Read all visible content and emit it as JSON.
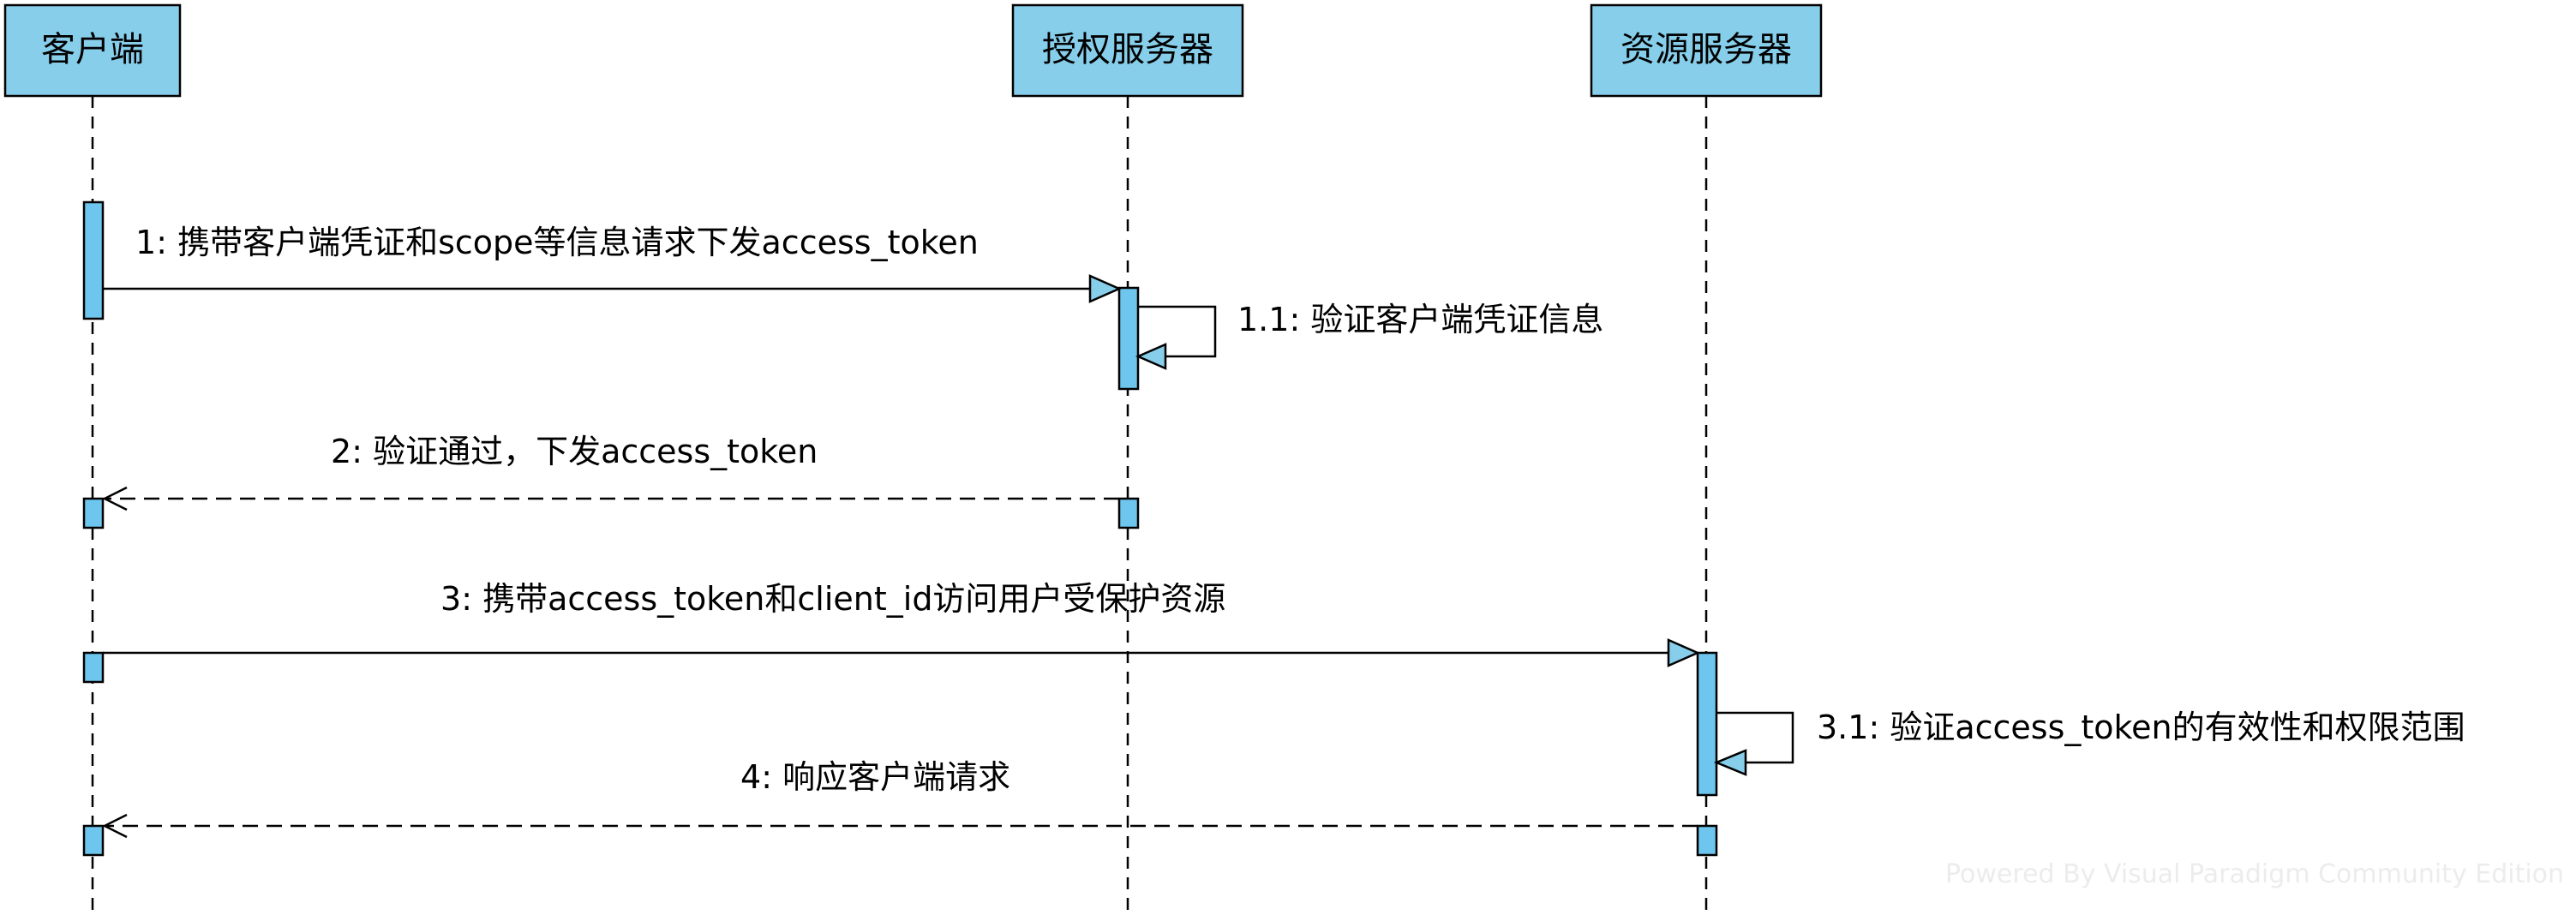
{
  "diagram": {
    "participants": [
      {
        "id": "client",
        "label": "客户端"
      },
      {
        "id": "auth",
        "label": "授权服务器"
      },
      {
        "id": "resource",
        "label": "资源服务器"
      }
    ],
    "messages": [
      {
        "id": "m1",
        "number": "1",
        "text": "携带客户端凭证和scope等信息请求下发access_token",
        "from": "client",
        "to": "auth",
        "kind": "call"
      },
      {
        "id": "m1_1",
        "number": "1.1",
        "text": "验证客户端凭证信息",
        "from": "auth",
        "to": "auth",
        "kind": "self"
      },
      {
        "id": "m2",
        "number": "2",
        "text": "验证通过，下发access_token",
        "from": "auth",
        "to": "client",
        "kind": "return"
      },
      {
        "id": "m3",
        "number": "3",
        "text": "携带access_token和client_id访问用户受保护资源",
        "from": "client",
        "to": "resource",
        "kind": "call"
      },
      {
        "id": "m3_1",
        "number": "3.1",
        "text": "验证access_token的有效性和权限范围",
        "from": "resource",
        "to": "resource",
        "kind": "self"
      },
      {
        "id": "m4",
        "number": "4",
        "text": "响应客户端请求",
        "from": "resource",
        "to": "client",
        "kind": "return"
      }
    ],
    "watermark": "Powered By Visual Paradigm Community Edition"
  },
  "colors": {
    "actor_fill": "#87CEEB",
    "activation_fill": "#6EC6EE",
    "line": "#000000",
    "background": "#FFFFFF"
  }
}
